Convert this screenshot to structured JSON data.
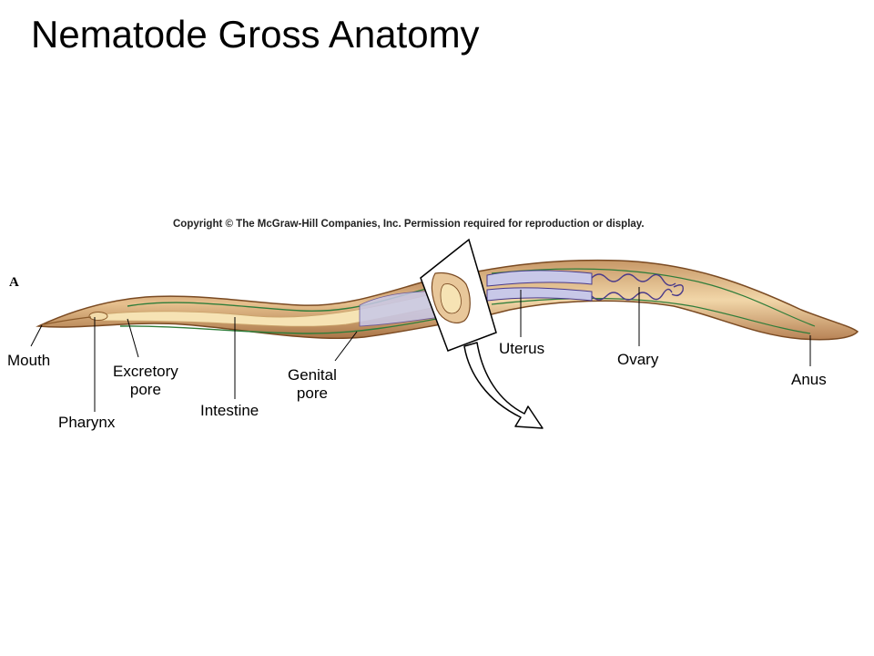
{
  "title": "Nematode Gross Anatomy",
  "copyright": "Copyright © The McGraw-Hill Companies, Inc. Permission required for reproduction or display.",
  "panel_letter": "A",
  "labels": {
    "mouth": "Mouth",
    "pharynx": "Pharynx",
    "excretory_pore": "Excretory\npore",
    "intestine": "Intestine",
    "genital_pore": "Genital\npore",
    "uterus": "Uterus",
    "ovary": "Ovary",
    "anus": "Anus"
  },
  "colors": {
    "body": "#c89a6a",
    "body_light": "#f0d9a8",
    "outline": "#7a4a22",
    "intestine": "#f6e3b4",
    "lateral_line": "#2f7d3a",
    "reproductive": "#b8b8e0",
    "reproductive_outline": "#4a3a8a"
  }
}
